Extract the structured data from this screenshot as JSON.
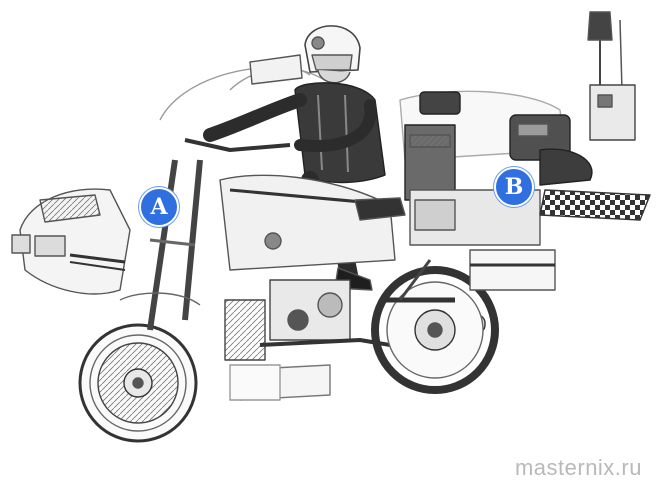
{
  "illustration": {
    "subject": "police-motorcycle-cutaway",
    "markers": [
      {
        "label": "A",
        "color": "#2f6fe0"
      },
      {
        "label": "B",
        "color": "#2f6fe0"
      }
    ]
  },
  "watermark": {
    "text": "masternix.ru",
    "color": "#b9b9b9"
  }
}
